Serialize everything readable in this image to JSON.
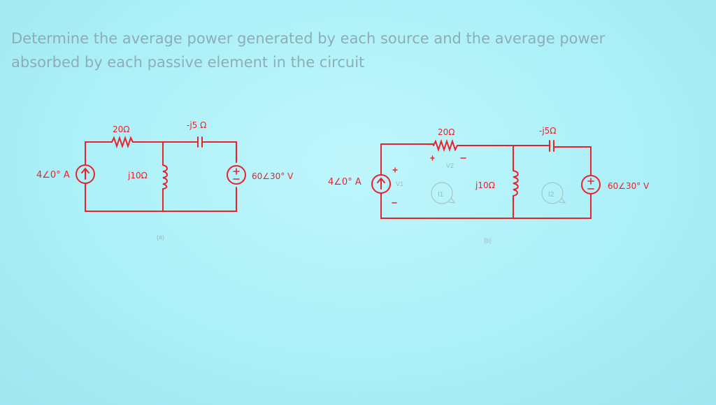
{
  "problem": {
    "line1": "Determine the average power generated by each source and the average power",
    "line2": "absorbed by each passive element in the circuit"
  },
  "circuit_a": {
    "current_source": "4∠0° A",
    "resistor": "20Ω",
    "inductor": "j10Ω",
    "capacitor": "-j5 Ω",
    "voltage_source": "60∠30° V",
    "caption": "(a)"
  },
  "circuit_b": {
    "current_source": "4∠0° A",
    "resistor": "20Ω",
    "inductor": "j10Ω",
    "capacitor": "-j5Ω",
    "voltage_source": "60∠30° V",
    "caption": "(b)",
    "mesh1": "I1",
    "mesh2": "I2",
    "v1": "V1",
    "v2": "V2"
  },
  "colors": {
    "ink": "#e8232c",
    "background": "#b2f2f9"
  }
}
